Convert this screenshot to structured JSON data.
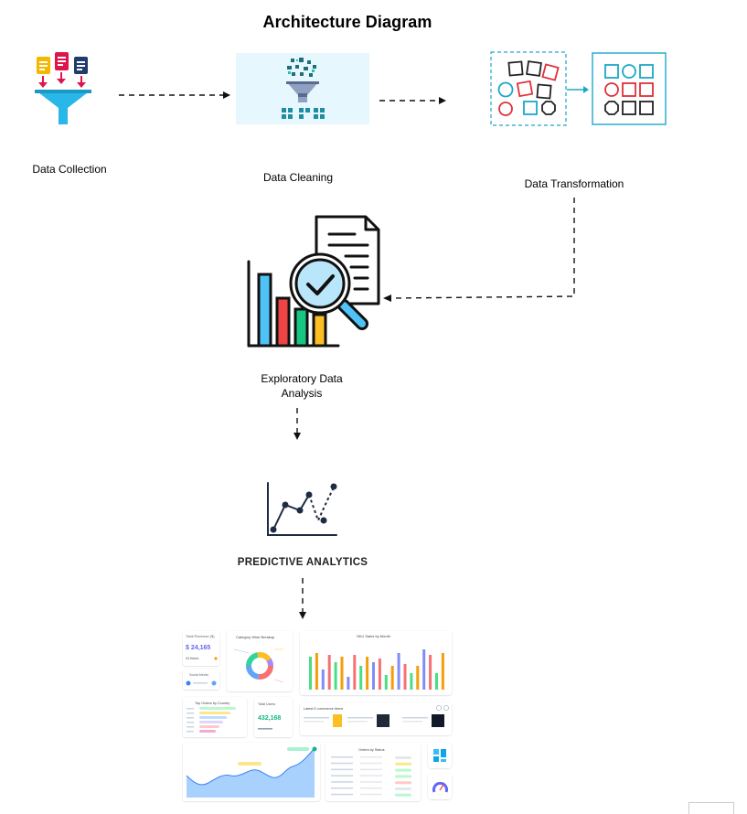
{
  "diagram": {
    "title": "Architecture Diagram",
    "nodes": [
      {
        "id": "collection",
        "label": "Data Collection"
      },
      {
        "id": "cleaning",
        "label": "Data Cleaning"
      },
      {
        "id": "transformation",
        "label": "Data Transformation"
      },
      {
        "id": "eda",
        "label_line1": "Exploratory Data",
        "label_line2": "Analysis"
      },
      {
        "id": "predictive",
        "label": "PREDICTIVE ANALYTICS"
      },
      {
        "id": "dashboard",
        "label": ""
      }
    ],
    "edges": [
      {
        "from": "collection",
        "to": "cleaning",
        "style": "dashed"
      },
      {
        "from": "cleaning",
        "to": "transformation",
        "style": "dashed"
      },
      {
        "from": "transformation",
        "to": "eda",
        "style": "dashed"
      },
      {
        "from": "eda",
        "to": "predictive",
        "style": "dashed"
      },
      {
        "from": "predictive",
        "to": "dashboard",
        "style": "dashed"
      }
    ]
  },
  "dashboard": {
    "revenue_title": "Total Revenue ($)",
    "revenue_value": "$ 24,165",
    "revenue_sub": "24 Hours",
    "social_title": "Social Media",
    "category_title": "Category Wise Breakup",
    "sku_title": "SKU Sales by Month",
    "orders_country_title": "Top Orders by Country",
    "users_title": "Total Users",
    "users_value": "432,168",
    "latest_title": "Latest E-commerce Items",
    "orders_status_title": "Orders by Status"
  },
  "colors": {
    "funnel": "#29b6e8",
    "doc_yellow": "#f5b800",
    "doc_red": "#e0144c",
    "doc_navy": "#1f3c6e",
    "cleaning_bg": "#e6f7fd",
    "transform_blue": "#1ca7c9",
    "transform_red": "#e0303a",
    "bar_blue": "#4fc3f7",
    "bar_red": "#ef4444",
    "bar_green": "#16c784",
    "bar_yellow": "#fbbf24"
  }
}
